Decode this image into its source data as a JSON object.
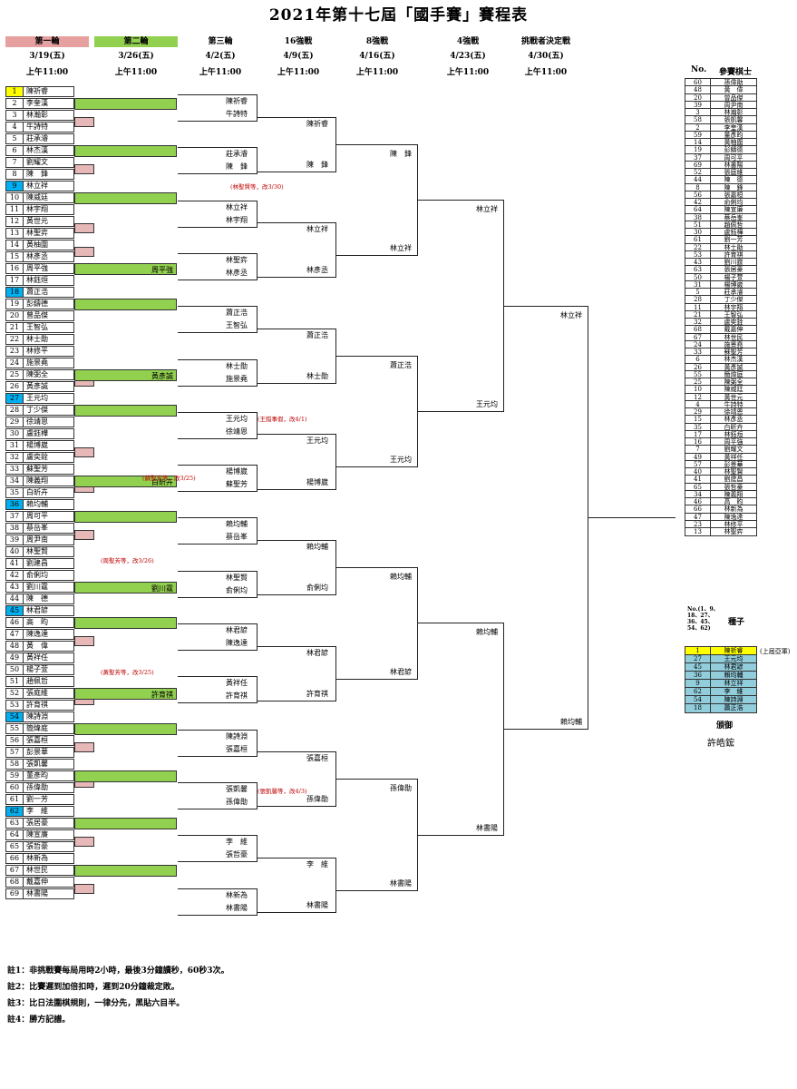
{
  "title": "2021年第十七屆「國手賽」賽程表",
  "rounds": [
    {
      "label": "第一輪",
      "date": "3/19(五)",
      "time": "上午11:00",
      "color": "#e6a0a0"
    },
    {
      "label": "第二輪",
      "date": "3/26(五)",
      "time": "上午11:00",
      "color": "#92d050"
    },
    {
      "label": "第三輪",
      "date": "4/2(五)",
      "time": "上午11:00",
      "color": ""
    },
    {
      "label": "16強戰",
      "date": "4/9(五)",
      "time": "上午11:00",
      "color": ""
    },
    {
      "label": "8強戰",
      "date": "4/16(五)",
      "time": "上午11:00",
      "color": ""
    },
    {
      "label": "4強戰",
      "date": "4/23(五)",
      "time": "上午11:00",
      "color": ""
    },
    {
      "label": "挑戰者決定戰",
      "date": "4/30(五)",
      "time": "上午11:00",
      "color": ""
    }
  ],
  "players": [
    "陳祈睿",
    "李奎漢",
    "林瀚彰",
    "牛詩特",
    "莊承濬",
    "林杰漢",
    "劉耀文",
    "陳　鋒",
    "林立祥",
    "陳威廷",
    "林宇翔",
    "黃世元",
    "林聖弈",
    "黃柚圍",
    "林彥丞",
    "周平強",
    "林鈺烜",
    "蕭正浩",
    "彭鑄德",
    "曾品傑",
    "王智弘",
    "林士勛",
    "林修平",
    "施景堯",
    "陳弼全",
    "黃彥誠",
    "王元均",
    "丁少傑",
    "徐靖恩",
    "盧鈺樺",
    "楊博崴",
    "盧奕銓",
    "蘇聖芳",
    "陳義翔",
    "白昕卉",
    "賴均輔",
    "周可平",
    "蔡岳峯",
    "周尹南",
    "林聖賢",
    "劉建昌",
    "俞俐均",
    "劉川霆",
    "陳　德",
    "林君諺",
    "高　昀",
    "陳逸達",
    "黃　偉",
    "黃祥任",
    "楊子萱",
    "趙佩哲",
    "張庭維",
    "許育祺",
    "陳詩淵",
    "簡煒庭",
    "張嘉桓",
    "彭景華",
    "張凱馨",
    "董彥昀",
    "孫偉勛",
    "劉一芳",
    "李　維",
    "張居豪",
    "陳宣廉",
    "張哲豪",
    "林新為",
    "林世民",
    "戴嘉伸",
    "林書陽"
  ],
  "seeded": [
    1,
    9,
    18,
    27,
    36,
    45,
    54,
    62
  ],
  "round2": [
    {
      "row": 2,
      "name": "",
      "color": "green"
    },
    {
      "row": 6,
      "name": "",
      "color": "green"
    },
    {
      "row": 10,
      "name": "",
      "color": "green"
    },
    {
      "row": 16,
      "name": "周平強",
      "color": "green"
    },
    {
      "row": 19,
      "name": "",
      "color": "green"
    },
    {
      "row": 25,
      "name": "黃彥誠",
      "color": "green"
    },
    {
      "row": 28,
      "name": "",
      "color": "green"
    },
    {
      "row": 34,
      "name": "白昕卉",
      "color": "green"
    },
    {
      "row": 37,
      "name": "",
      "color": "green"
    },
    {
      "row": 43,
      "name": "劉川霆",
      "color": "green"
    },
    {
      "row": 46,
      "name": "",
      "color": "green"
    },
    {
      "row": 52,
      "name": "許育祺",
      "color": "green"
    },
    {
      "row": 55,
      "name": "",
      "color": "green"
    },
    {
      "row": 59,
      "name": "",
      "color": "green"
    },
    {
      "row": 63,
      "name": "",
      "color": "green"
    },
    {
      "row": 67,
      "name": "",
      "color": "green"
    }
  ],
  "round1": [
    3.5,
    7.5,
    12.5,
    14.5,
    25.5,
    31.5,
    34.5,
    38.5,
    47.5,
    52.5,
    56.5,
    59.5,
    64.5,
    68.5
  ],
  "r3": [
    [
      "陳祈睿",
      "牛詩特"
    ],
    [
      "莊承濬",
      "陳　鋒"
    ],
    [
      "林立祥",
      "林宇翔"
    ],
    [
      "林聖弈",
      "林彥丞"
    ],
    [
      "蕭正浩",
      "王智弘"
    ],
    [
      "林士勛",
      "施景堯"
    ],
    [
      "王元均",
      "徐靖恩"
    ],
    [
      "楊博崴",
      "蘇聖芳"
    ],
    [
      "賴均輔",
      "蔡岳峯"
    ],
    [
      "林聖賢",
      "俞俐均"
    ],
    [
      "林君諺",
      "陳逸達"
    ],
    [
      "黃祥任",
      "許育祺"
    ],
    [
      "陳詩淵",
      "張嘉桓"
    ],
    [
      "張凱馨",
      "孫偉勛"
    ],
    [
      "李　維",
      "張哲豪"
    ],
    [
      "林新為",
      "林書陽"
    ]
  ],
  "r16": [
    [
      "陳祈睿",
      "陳　鋒"
    ],
    [
      "林立祥",
      "林彥丞"
    ],
    [
      "蕭正浩",
      "林士勛"
    ],
    [
      "王元均",
      "楊博崴"
    ],
    [
      "賴均輔",
      "俞俐均"
    ],
    [
      "林君諺",
      "許育祺"
    ],
    [
      "張嘉桓",
      "孫偉勛"
    ],
    [
      "李　維",
      "林書陽"
    ]
  ],
  "r8": [
    [
      "陳　鋒",
      "林立祥"
    ],
    [
      "蕭正浩",
      "王元均"
    ],
    [
      "賴均輔",
      "林君諺"
    ],
    [
      "孫偉勛",
      "林書陽"
    ]
  ],
  "r4": [
    [
      "林立祥",
      "王元均"
    ],
    [
      "賴均輔",
      "林書陽"
    ]
  ],
  "final": [
    "林立祥",
    "賴均輔"
  ],
  "notes": [
    {
      "text": "(林聖賢等，改3/30)"
    },
    {
      "text": "(王錯事假，改4/1)"
    },
    {
      "text": "(蘇聖芳等，改3/25)"
    },
    {
      "text": "(周聖芳等，改3/26)"
    },
    {
      "text": "(黃聖芳等，改3/25)"
    },
    {
      "text": "(張凱馨等，改4/3)"
    }
  ],
  "list_header": {
    "no": "No.",
    "name": "參賽棋士"
  },
  "list": [
    [
      "60",
      "孫偉勛"
    ],
    [
      "48",
      "黃　偉"
    ],
    [
      "20",
      "曾品傑"
    ],
    [
      "39",
      "周尹南"
    ],
    [
      "3",
      "林瀚彰"
    ],
    [
      "58",
      "張凱馨"
    ],
    [
      "2",
      "李奎漢"
    ],
    [
      "59",
      "董彥昀"
    ],
    [
      "14",
      "黃柚圍"
    ],
    [
      "19",
      "彭鑄德"
    ],
    [
      "37",
      "周可平"
    ],
    [
      "69",
      "林書陽"
    ],
    [
      "52",
      "張庭維"
    ],
    [
      "44",
      "陳　德"
    ],
    [
      "8",
      "陳　鋒"
    ],
    [
      "56",
      "張嘉桓"
    ],
    [
      "42",
      "俞俐均"
    ],
    [
      "64",
      "陳宣廉"
    ],
    [
      "38",
      "蔡岳峯"
    ],
    [
      "51",
      "趙佩哲"
    ],
    [
      "30",
      "盧鈺樺"
    ],
    [
      "61",
      "劉一芳"
    ],
    [
      "22",
      "林士勛"
    ],
    [
      "53",
      "許育祺"
    ],
    [
      "43",
      "劉川霆"
    ],
    [
      "63",
      "張居豪"
    ],
    [
      "50",
      "楊子萱"
    ],
    [
      "31",
      "楊博崴"
    ],
    [
      "5",
      "莊承濬"
    ],
    [
      "28",
      "丁少傑"
    ],
    [
      "11",
      "林宇翔"
    ],
    [
      "21",
      "王智弘"
    ],
    [
      "32",
      "盧奕銓"
    ],
    [
      "68",
      "戴嘉伸"
    ],
    [
      "67",
      "林世民"
    ],
    [
      "24",
      "施景堯"
    ],
    [
      "33",
      "蘇聖芳"
    ],
    [
      "6",
      "林杰漢"
    ],
    [
      "26",
      "黃彥誠"
    ],
    [
      "55",
      "簡煒庭"
    ],
    [
      "25",
      "陳弼全"
    ],
    [
      "10",
      "陳威廷"
    ],
    [
      "12",
      "黃世元"
    ],
    [
      "4",
      "牛詩特"
    ],
    [
      "29",
      "徐靖恩"
    ],
    [
      "15",
      "林彥丞"
    ],
    [
      "35",
      "白昕卉"
    ],
    [
      "17",
      "林鈺烜"
    ],
    [
      "16",
      "周平強"
    ],
    [
      "7",
      "劉耀文"
    ],
    [
      "49",
      "黃祥任"
    ],
    [
      "57",
      "彭景華"
    ],
    [
      "40",
      "林聖賢"
    ],
    [
      "41",
      "劉建昌"
    ],
    [
      "65",
      "張哲豪"
    ],
    [
      "34",
      "陳義翔"
    ],
    [
      "46",
      "高　昀"
    ],
    [
      "66",
      "林新為"
    ],
    [
      "47",
      "陳逸達"
    ],
    [
      "23",
      "林修平"
    ],
    [
      "13",
      "林聖弈"
    ]
  ],
  "seed_header": {
    "no": "No.(1、9、18、27、36、45、54、62)",
    "name": "種子"
  },
  "seed_list": [
    [
      "1",
      "陳祈睿"
    ],
    [
      "27",
      "王元均"
    ],
    [
      "45",
      "林君諺"
    ],
    [
      "36",
      "賴均輔"
    ],
    [
      "9",
      "林立祥"
    ],
    [
      "62",
      "李　維"
    ],
    [
      "54",
      "陳詩淵"
    ],
    [
      "18",
      "蕭正浩"
    ]
  ],
  "seed_note": "(上屆亞軍)",
  "referee_label": "頒御",
  "referee_name": "許皓鋐",
  "footnotes": [
    "註1：非挑戰賽每局用時2小時，最後3分鐘讀秒，60秒3次。",
    "註2：比賽遲到加倍扣時，遲到20分鐘裁定敗。",
    "註3：比日法圍棋規則，一律分先，黑貼六目半。",
    "註4：勝方記譜。"
  ]
}
